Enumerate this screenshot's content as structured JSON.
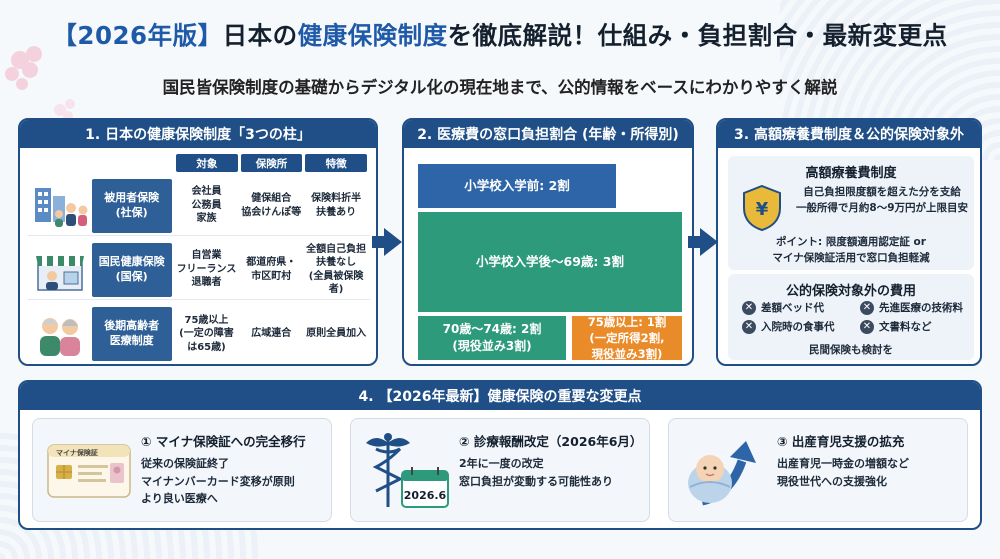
{
  "title": {
    "bracket": "【2026年版】",
    "part1": "日本の",
    "highlight": "健康保険制度",
    "part2": "を徹底解説！仕組み・負担割合・最新変更点"
  },
  "subtitle": "国民皆保険制度の基礎からデジタル化の現在地まで、公的情報をベースにわかりやすく解説",
  "colors": {
    "navy": "#1f4f86",
    "blue": "#2e65a8",
    "green": "#2e9a7c",
    "orange": "#ea8b2a"
  },
  "pillars": {
    "heading": "1. 日本の健康保険制度「3つの柱」",
    "columns": [
      "対象",
      "保険所",
      "特徴"
    ],
    "rows": [
      {
        "icon": "office-building-icon",
        "label1": "被用者保険",
        "label2": "(社保)",
        "target": "会社員\n公務員\n家族",
        "insurer": "健保組合\n協会けんぽ等",
        "feature": "保険料折半\n扶養あり"
      },
      {
        "icon": "shop-icon",
        "label1": "国民健康保険",
        "label2": "(国保)",
        "target": "自営業\nフリーランス\n退職者",
        "insurer": "都道府県・\n市区町村",
        "feature": "全額自己負担\n扶養なし\n(全員被保険者)"
      },
      {
        "icon": "elderly-couple-icon",
        "label1": "後期高齢者",
        "label2": "医療制度",
        "target": "75歳以上\n(一定の障害\nは65歳)",
        "insurer": "広域連合",
        "feature": "原則全員加入"
      }
    ]
  },
  "copay": {
    "heading": "2. 医療費の窓口負担割合 (年齢・所得別)",
    "bars": {
      "preschool": "小学校入学前: 2割",
      "school_to_69": "小学校入学後〜69歳: 3割",
      "age70_74_a": "70歳〜74歳: 2割",
      "age70_74_b": "(現役並み3割)",
      "age75_a": "75歳以上: 1割",
      "age75_b": "(一定所得2割,",
      "age75_c": "現役並み3割)"
    }
  },
  "high_cost": {
    "heading": "3. 高額療養費制度＆公的保険対象外",
    "sub1": "高額療養費制度",
    "line1": "自己負担限度額を超えた分を支給",
    "line2": "一般所得で月約8〜9万円が上限目安",
    "point1": "ポイント: 限度額適用認定証 or",
    "point2": "マイナ保険証活用で窓口負担軽減",
    "sub2": "公的保険対象外の費用",
    "items": [
      "差額ベッド代",
      "先進医療の技術料",
      "入院時の食事代",
      "文書料など"
    ],
    "note": "民間保険も検討を"
  },
  "changes": {
    "heading": "4. 【2026年最新】健康保険の重要な変更点",
    "cards": [
      {
        "icon": "my-number-card-icon",
        "card_label": "マイナ保険証",
        "title": "① マイナ保険証への完全移行",
        "body": "従来の保険証終了\nマイナンバーカード変移が原則\nより良い医療へ"
      },
      {
        "icon": "caduceus-calendar-icon",
        "date_label": "2026.6",
        "title": "② 診療報酬改定（2026年6月）",
        "body": "2年に一度の改定\n窓口負担が変動する可能性あり"
      },
      {
        "icon": "baby-arrow-icon",
        "title": "③ 出産育児支援の拡充",
        "body": "出産育児一時金の増額など\n現役世代への支援強化"
      }
    ]
  }
}
